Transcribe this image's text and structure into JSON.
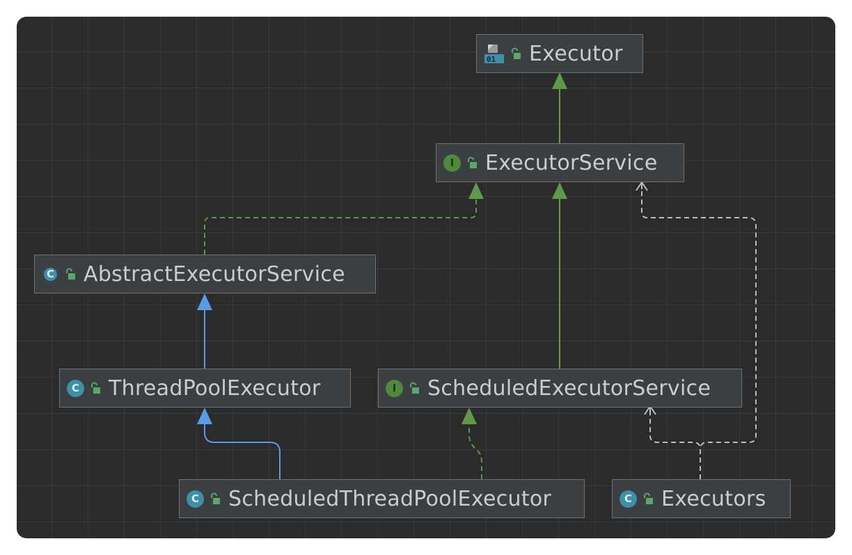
{
  "nodes": [
    {
      "id": "executor",
      "name": "Executor",
      "kind": "file",
      "badge_text": "01"
    },
    {
      "id": "executor-service",
      "name": "ExecutorService",
      "kind": "interface",
      "badge_text": "I"
    },
    {
      "id": "abstract-executor-service",
      "name": "AbstractExecutorService",
      "kind": "abstract",
      "badge_text": "C"
    },
    {
      "id": "thread-pool-executor",
      "name": "ThreadPoolExecutor",
      "kind": "class",
      "badge_text": "C"
    },
    {
      "id": "scheduled-executor-service",
      "name": "ScheduledExecutorService",
      "kind": "interface",
      "badge_text": "I"
    },
    {
      "id": "scheduled-thread-pool-executor",
      "name": "ScheduledThreadPoolExecutor",
      "kind": "class",
      "badge_text": "C"
    },
    {
      "id": "executors",
      "name": "Executors",
      "kind": "class",
      "badge_text": "C"
    }
  ],
  "edges": [
    {
      "from": "executor-service",
      "to": "executor",
      "type": "extends-interface"
    },
    {
      "from": "abstract-executor-service",
      "to": "executor-service",
      "type": "implements"
    },
    {
      "from": "thread-pool-executor",
      "to": "abstract-executor-service",
      "type": "extends-class"
    },
    {
      "from": "scheduled-executor-service",
      "to": "executor-service",
      "type": "extends-interface"
    },
    {
      "from": "scheduled-thread-pool-executor",
      "to": "thread-pool-executor",
      "type": "extends-class"
    },
    {
      "from": "scheduled-thread-pool-executor",
      "to": "scheduled-executor-service",
      "type": "implements"
    },
    {
      "from": "executors",
      "to": "scheduled-executor-service",
      "type": "dependency"
    },
    {
      "from": "executors",
      "to": "executor-service",
      "type": "dependency"
    }
  ],
  "colors": {
    "background": "#2b2b2b",
    "node_fill": "#3c3f41",
    "node_border": "#6f7275",
    "text": "#c9ccd0",
    "interface_green": "#5e9a48",
    "class_blue": "#3f8fa8",
    "extends_class_blue": "#5a9be8",
    "dependency_gray": "#bdbdbd",
    "lock_green": "#59a869"
  },
  "icons": {
    "visibility": "unlocked-padlock-icon",
    "interface": "interface-i-badge-icon",
    "class": "class-c-badge-icon",
    "abstract": "abstract-class-c-badge-icon",
    "file": "binary-file-icon"
  }
}
